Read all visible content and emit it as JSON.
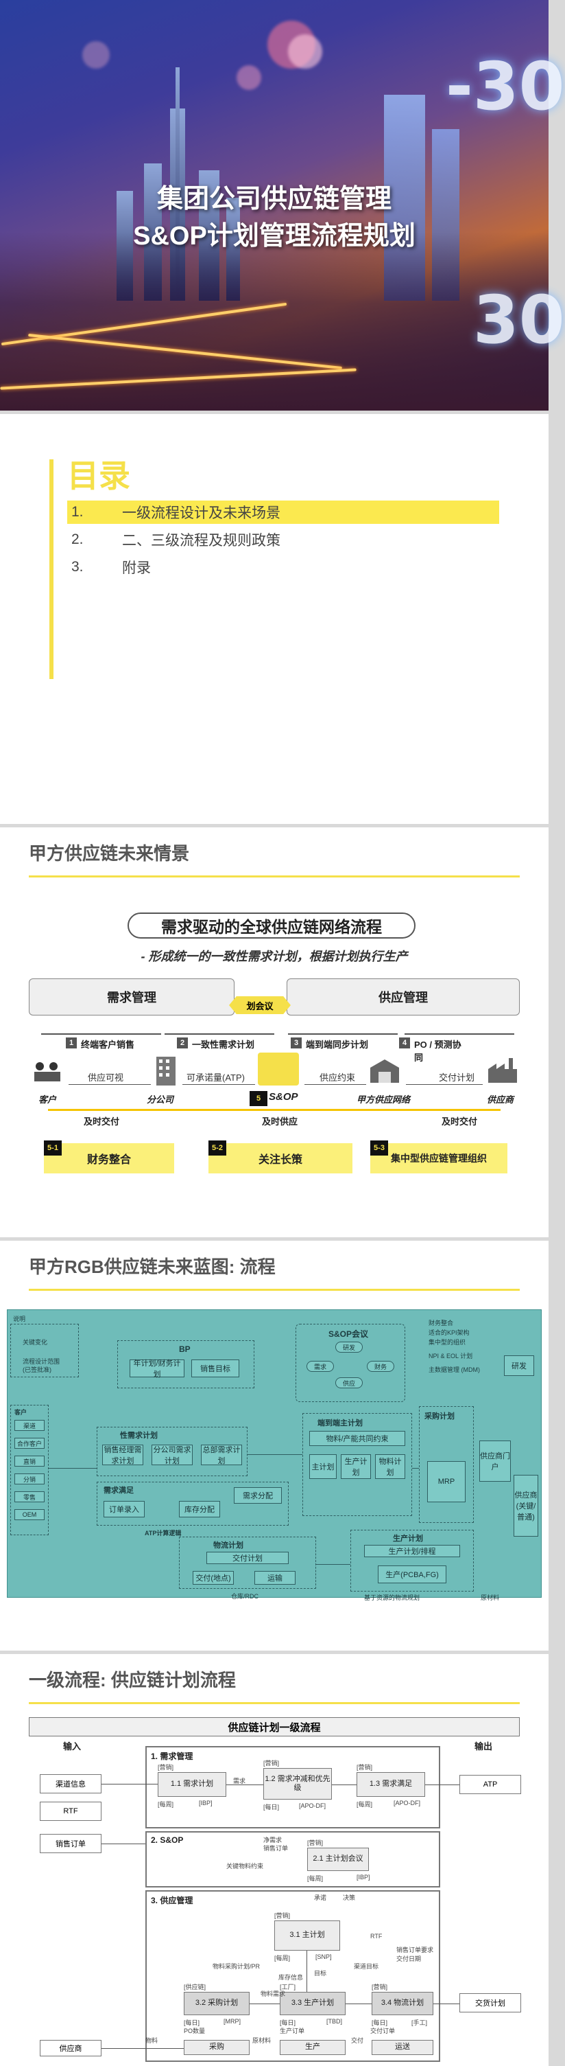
{
  "cover": {
    "title_line1": "集团公司供应链管理",
    "title_line2": "S&OP计划管理流程规划",
    "big_number_top": "-30",
    "big_number_bottom": "30"
  },
  "toc": {
    "title": "目录",
    "items": [
      {
        "no": "1.",
        "label": "一级流程设计及未来场景"
      },
      {
        "no": "2.",
        "label": "二、三级流程及规则政策"
      },
      {
        "no": "3.",
        "label": "附录"
      }
    ]
  },
  "vision": {
    "header": "甲方供应链未来情景",
    "pill": "需求驱动的全球供应链网络流程",
    "subtitle": "- 形成统一的一致性需求计划，根据计划执行生产",
    "left_box": "需求管理",
    "right_box": "供应管理",
    "meeting": "划会议",
    "steps": [
      {
        "no": "1",
        "label": "终端客户销售"
      },
      {
        "no": "2",
        "label": "一致性需求计划"
      },
      {
        "no": "3",
        "label": "端到端同步计划"
      },
      {
        "no": "4",
        "label": "PO / 预测协同"
      }
    ],
    "nodes": [
      "客户",
      "分公司",
      "S&OP",
      "甲方供应网络",
      "供应商"
    ],
    "links": [
      "供应可视",
      "可承诺量(ATP)",
      "供应约束",
      "交付计划"
    ],
    "delivery": [
      "及时交付",
      "及时供应",
      "及时交付"
    ],
    "sop_tag": "5",
    "enablers": [
      {
        "tag": "5-1",
        "label": "财务整合"
      },
      {
        "tag": "5-2",
        "label": "关注长策"
      },
      {
        "tag": "5-3",
        "label": "集中型供应链管理组织"
      }
    ]
  },
  "blueprint": {
    "header": "甲方RGB供应链未来蓝图: 流程",
    "legend_title": "说明",
    "legend_item": "关键变化",
    "legend_item2": "流程设计范围",
    "legend_item3": "(已签批准)",
    "sop_meeting": "S&OP会议",
    "sop_roles": [
      "研发",
      "需求",
      "供应",
      "财务"
    ],
    "bp": "BP",
    "bp_items": [
      "年计划/财务计划",
      "销售目标"
    ],
    "right_list": [
      "财务整合",
      "适合的KPI架构",
      "集中型的组织",
      "NPI & EOL 计划",
      "主数据管理 (MDM)"
    ],
    "customer_title": "客户",
    "customers": [
      "渠道",
      "合作客户",
      "直销",
      "分销",
      "零售",
      "OEM"
    ],
    "demand_plan": "性需求计划",
    "demand_items": [
      "销售经理需求计划",
      "分公司需求计划",
      "总部需求计划"
    ],
    "demand_fulfil": "需求满足",
    "fulfil_items": [
      "订单录入",
      "库存分配",
      "需求分配"
    ],
    "atp": "ATP计算逻辑",
    "e2e": "端到端主计划",
    "e2e_items": [
      "物料/产能共同约束",
      "主计划",
      "生产计划",
      "物料计划"
    ],
    "purchase": "采购计划",
    "mrp": "MRP",
    "supplier_portal": "供应商门户",
    "supplier": "供应商(关键/普通)",
    "rd": "研发",
    "logistics": "物流计划",
    "logistics_items": [
      "交付计划",
      "运输",
      "交付(地点)"
    ],
    "production": "生产计划",
    "production_items": [
      "生产计划/排程",
      "生产(PCBA,FG)"
    ],
    "warehouse": "仓库/RDC",
    "raw": "原材料",
    "new_kpi": "基于资源的物流规划"
  },
  "flow": {
    "header": "一级流程: 供应链计划流程",
    "caption": "供应链计划一级流程",
    "input_header": "输入",
    "output_header": "输出",
    "inputs": [
      "渠道信息",
      "RTF",
      "销售订单"
    ],
    "lanes": [
      "1. 需求管理",
      "2. S&OP",
      "3. 供应管理"
    ],
    "processes": [
      {
        "code": "1.1 需求计划",
        "owner": "[营销]",
        "freq": "[每周]",
        "sys": "[IBP]"
      },
      {
        "code": "1.2 需求冲减和优先级",
        "owner": "[营销]",
        "freq": "[每日]",
        "sys": "[APO-DF]"
      },
      {
        "code": "1.3 需求满足",
        "owner": "[营销]",
        "freq": "[每周]",
        "sys": "[APO-DF]"
      },
      {
        "code": "2.1 主计划会议",
        "owner": "[营销]",
        "freq": "[每周]",
        "sys": "[IBP]"
      },
      {
        "code": "3.1 主计划",
        "owner": "[营销]",
        "freq": "[每周]",
        "sys": "[SNP]"
      },
      {
        "code": "3.2 采购计划",
        "owner": "[供应链]",
        "freq": "[每日]",
        "sys": "[MRP]"
      },
      {
        "code": "3.3 生产计划",
        "owner": "[工厂]",
        "freq": "[每日]",
        "sys": "[TBD]"
      },
      {
        "code": "3.4 物流计划",
        "owner": "[营销]",
        "freq": "[每日]",
        "sys": "[手工]"
      }
    ],
    "outputs": [
      "ATP",
      "交货计划"
    ],
    "bottom": [
      "供应商",
      "采购",
      "生产",
      "运送"
    ],
    "notes": [
      "需求",
      "净需求",
      "销售订单",
      "关键物料约束",
      "承诺",
      "决策",
      "RTF",
      "物料采购计划/PR",
      "物料需求",
      "库存信息",
      "目标",
      "交付订单",
      "销售订单要求交付日期",
      "渠道目标",
      "PO数量",
      "生产订单",
      "物料",
      "原材料",
      "交付"
    ]
  }
}
